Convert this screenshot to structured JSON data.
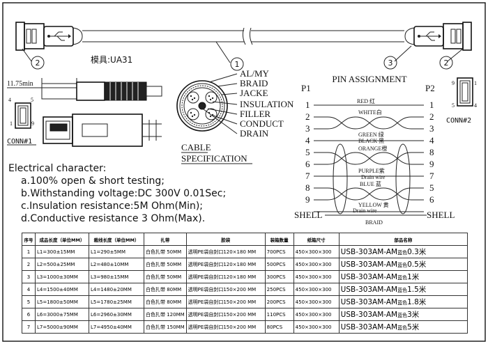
{
  "drawing": {
    "mold_label": "模具:UA31",
    "balloons": [
      "2",
      "1",
      "3",
      "2"
    ],
    "dimension": "11.75min",
    "connector_left": "CONN#1",
    "connector_right": "CONN#2",
    "pin_numbers_left": [
      "4",
      "5",
      "1",
      "9"
    ],
    "pin_numbers_right": [
      "9",
      "1",
      "5",
      "4"
    ]
  },
  "cable_spec": {
    "callouts": [
      "AL/MY",
      "BRAID",
      "JACKE",
      "INSULATION",
      "FILLER",
      "CONDUCT",
      "DRAIN"
    ],
    "title_line1": "CABLE",
    "title_line2": "SPECIFICATION"
  },
  "electrical": {
    "heading": "Electrical character:",
    "items": [
      "a.100% open & short testing;",
      "b.Withstanding voltage:DC 300V 0.01Sec;",
      "c.Insulation resistance:5M Ohm(Min);",
      "d.Conductive resistance 3 Ohm(Max)."
    ]
  },
  "pin_assignment": {
    "title": "PIN ASSIGNMENT",
    "p1": "P1",
    "p2": "P2",
    "left_pins": [
      "1",
      "2",
      "3",
      "4",
      "5",
      "6",
      "7",
      "8",
      "9",
      "SHELL"
    ],
    "right_pins": [
      "1",
      "2",
      "3",
      "4",
      "8",
      "9",
      "7",
      "5",
      "6",
      "SHELL"
    ],
    "wire_labels": [
      "RED  红",
      "WHITE白",
      "GREEN  绿",
      "BLACK  黑",
      "ORANGE橙",
      "PURPLE紫",
      "Drain wire",
      "BLUE  蓝",
      "YELLOW  黄",
      "Drain wire",
      "BRAID"
    ]
  },
  "table": {
    "headers": [
      "序号",
      "成品长度（单位MM）",
      "裁线长度（单位MM）",
      "扎带",
      "胶袋",
      "装箱数量",
      "纸箱尺寸",
      "部品名称"
    ],
    "rows": [
      [
        "1",
        "L1=300±15MM",
        "L1=290±5MM",
        "白色扎带 50MM",
        "透明PE袋自封口120×180 MM",
        "700PCS",
        "450×300×300",
        "USB-303AM-AM",
        "蓝色",
        "0.3米"
      ],
      [
        "2",
        "L2=500±25MM",
        "L2=480±10MM",
        "白色扎带 50MM",
        "透明PE袋自封口120×180 MM",
        "500PCS",
        "450×300×300",
        "USB-303AM-AM",
        "蓝色",
        "0.5米"
      ],
      [
        "3",
        "L3=1000±30MM",
        "L3=980±15MM",
        "白色扎带 50MM",
        "透明PE袋自封口120×180 MM",
        "300PCS",
        "450×300×300",
        "USB-303AM-AM",
        "蓝色",
        "1米"
      ],
      [
        "4",
        "L4=1500±40MM",
        "L4=1480±20MM",
        "白色扎带 80MM",
        "透明PE袋自封口150×200 MM",
        "250PCS",
        "450×300×300",
        "USB-303AM-AM",
        "蓝色",
        "1.5米"
      ],
      [
        "5",
        "L5=1800±50MM",
        "L5=1780±25MM",
        "白色扎带 80MM",
        "透明PE袋自封口150×200 MM",
        "200PCS",
        "450×300×300",
        "USB-303AM-AM",
        "蓝色",
        "1.8米"
      ],
      [
        "6",
        "L6=3000±75MM",
        "L6=2960±30MM",
        "白色扎带 120MM",
        "透明PE袋自封口150×200 MM",
        "110PCS",
        "450×300×300",
        "USB-303AM-AM",
        "蓝色",
        "3米"
      ],
      [
        "7",
        "L7=5000±90MM",
        "L7=4950±40MM",
        "白色扎带 150MM",
        "透明PE袋自封口150×200 MM",
        "80PCS",
        "450×300×300",
        "USB-303AM-AM",
        "蓝色",
        "5米"
      ]
    ]
  }
}
